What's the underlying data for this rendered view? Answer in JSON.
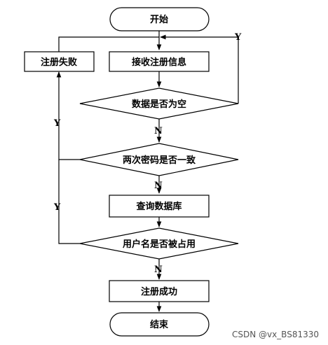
{
  "nodes": {
    "start": "开始",
    "register_fail": "注册失败",
    "receive_info": "接收注册信息",
    "data_empty": "数据是否为空",
    "password_match": "两次密码是否一致",
    "query_db": "查询数据库",
    "username_taken": "用户名是否被占用",
    "register_success": "注册成功",
    "end": "结束"
  },
  "edges": {
    "y_empty": "Y",
    "n_empty": "N",
    "y_pwd": "Y",
    "n_pwd": "N",
    "y_taken": "Y",
    "n_taken": "N"
  },
  "watermark": "CSDN @vx_BS81330"
}
